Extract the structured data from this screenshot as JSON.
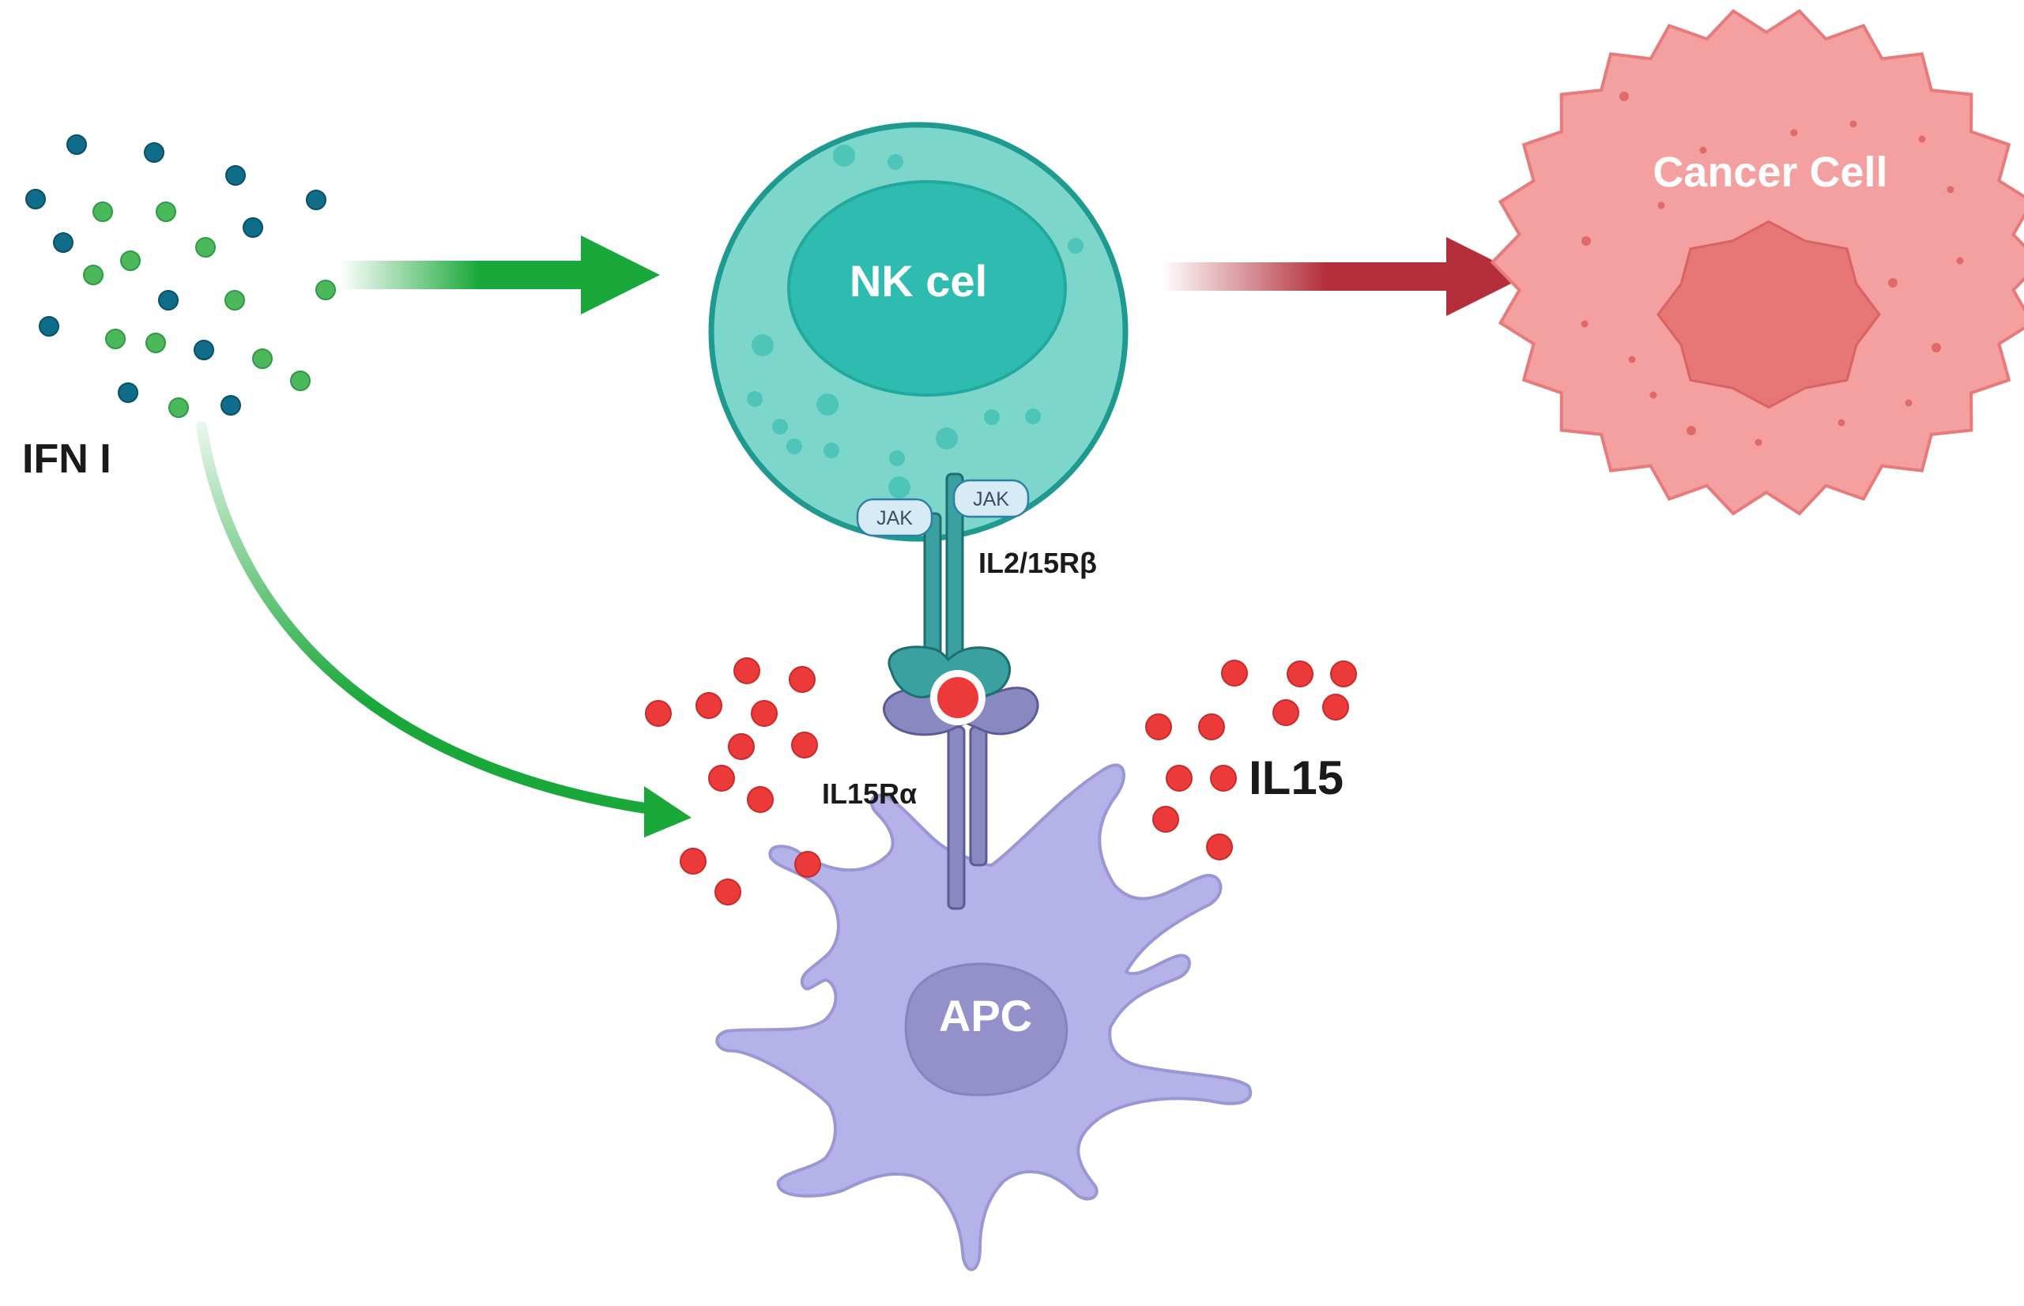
{
  "labels": {
    "ifn": "IFN I",
    "nk_cell": "NK cel",
    "cancer_cell": "Cancer Cell",
    "apc": "APC",
    "il15": "IL15",
    "il2_15rb": "IL2/15Rβ",
    "il15ra": "IL15Rα",
    "jak_left": "JAK",
    "jak_right": "JAK"
  },
  "colors": {
    "ifn_blue": "#0f6d8a",
    "ifn_green": "#4cb85c",
    "arrow_green": "#1aa83a",
    "arrow_red": "#b32e3a",
    "nk_outer": "#7cd6cc",
    "nk_nucleus": "#2fbcb0",
    "cancer_body": "#f4a0a0",
    "cancer_nucleus": "#e77676",
    "apc_body": "#b4b2e8",
    "apc_nucleus": "#9390cc",
    "il15_red": "#ec3a3a",
    "receptor_teal": "#3aa0a0",
    "receptor_purple": "#8a88c0",
    "jak_fill": "#d6ebf6"
  }
}
